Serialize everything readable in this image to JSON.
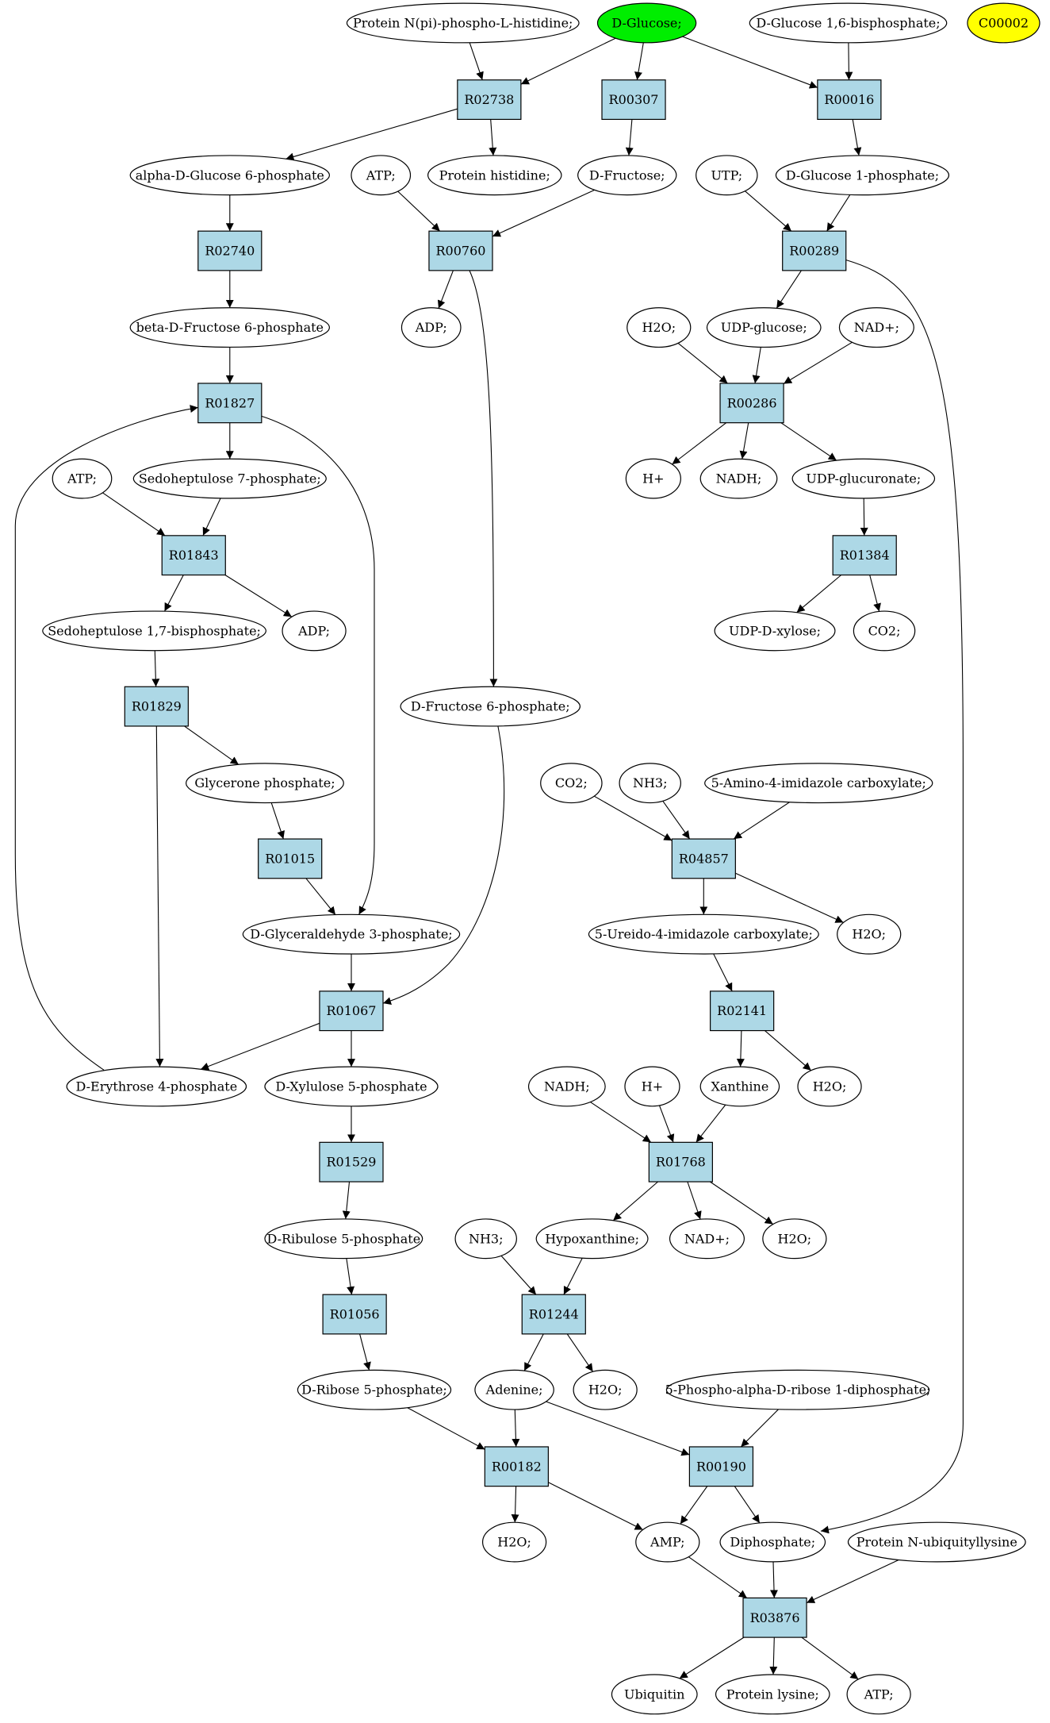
{
  "colors": {
    "reaction_fill": "#add8e6",
    "compound_fill": "#ffffff",
    "highlight_green": "#00ee00",
    "highlight_yellow": "#ffff00",
    "edge": "#000000"
  },
  "compounds": {
    "protein_nphospho": "Protein N(pi)-phospho-L-histidine;",
    "d_glucose": "D-Glucose;",
    "d_glucose_16bp": "D-Glucose 1,6-bisphosphate;",
    "c00002": "C00002",
    "a_d_glucose_6p": "alpha-D-Glucose 6-phosphate",
    "atp_1": "ATP;",
    "protein_histidine": "Protein histidine;",
    "d_fructose": "D-Fructose;",
    "utp": "UTP;",
    "d_glucose_1p": "D-Glucose 1-phosphate;",
    "adp_1": "ADP;",
    "b_d_fructose_6p": "beta-D-Fructose 6-phosphate",
    "h2o_1": "H2O;",
    "udp_glucose": "UDP-glucose;",
    "nad_1": "NAD+;",
    "atp_2": "ATP;",
    "sedoheptulose_7p": "Sedoheptulose 7-phosphate;",
    "h_1": "H+",
    "nadh_1": "NADH;",
    "udp_glucuronate": "UDP-glucuronate;",
    "sedoheptulose_17bp": "Sedoheptulose 1,7-bisphosphate;",
    "adp_2": "ADP;",
    "udp_xylose": "UDP-D-xylose;",
    "co2_1": "CO2;",
    "d_fructose_6p": "D-Fructose 6-phosphate;",
    "glycerone_p": "Glycerone phosphate;",
    "co2_2": "CO2;",
    "nh3_1": "NH3;",
    "amino_imidazole": "5-Amino-4-imidazole carboxylate;",
    "g3p": "D-Glyceraldehyde 3-phosphate;",
    "ureido_imidazole": "5-Ureido-4-imidazole carboxylate;",
    "h2o_2": "H2O;",
    "erythrose_4p": "D-Erythrose 4-phosphate",
    "xylulose_5p": "D-Xylulose 5-phosphate",
    "nadh_2": "NADH;",
    "h_2": "H+",
    "xanthine": "Xanthine",
    "h2o_3": "H2O;",
    "nh3_2": "NH3;",
    "hypoxanthine": "Hypoxanthine;",
    "nad_2": "NAD+;",
    "h2o_4": "H2O;",
    "ribulose_5p": "D-Ribulose 5-phosphate",
    "ribose_5p": "D-Ribose 5-phosphate;",
    "adenine": "Adenine;",
    "h2o_5": "H2O;",
    "prpp": "5-Phospho-alpha-D-ribose 1-diphosphate;",
    "h2o_6": "H2O;",
    "amp": "AMP;",
    "diphosphate": "Diphosphate;",
    "protein_ubiq": "Protein N-ubiquityllysine",
    "ubiquitin": "Ubiquitin",
    "protein_lysine": "Protein lysine;",
    "atp_3": "ATP;"
  },
  "reactions": {
    "R02738": "R02738",
    "R00307": "R00307",
    "R00016": "R00016",
    "R02740": "R02740",
    "R00760": "R00760",
    "R00289": "R00289",
    "R01827": "R01827",
    "R00286": "R00286",
    "R01843": "R01843",
    "R01384": "R01384",
    "R01829": "R01829",
    "R01015": "R01015",
    "R04857": "R04857",
    "R01067": "R01067",
    "R02141": "R02141",
    "R01529": "R01529",
    "R01768": "R01768",
    "R01056": "R01056",
    "R01244": "R01244",
    "R00182": "R00182",
    "R00190": "R00190",
    "R03876": "R03876"
  },
  "edges": [
    [
      "protein_nphospho",
      "R02738"
    ],
    [
      "d_glucose",
      "R02738"
    ],
    [
      "d_glucose",
      "R00307"
    ],
    [
      "d_glucose",
      "R00016"
    ],
    [
      "d_glucose_16bp",
      "R00016"
    ],
    [
      "R02738",
      "a_d_glucose_6p"
    ],
    [
      "R02738",
      "protein_histidine"
    ],
    [
      "R00307",
      "d_fructose"
    ],
    [
      "R00016",
      "d_glucose_1p"
    ],
    [
      "a_d_glucose_6p",
      "R02740"
    ],
    [
      "atp_1",
      "R00760"
    ],
    [
      "d_fructose",
      "R00760"
    ],
    [
      "utp",
      "R00289"
    ],
    [
      "d_glucose_1p",
      "R00289"
    ],
    [
      "R02740",
      "b_d_fructose_6p"
    ],
    [
      "R00760",
      "adp_1"
    ],
    [
      "R00760",
      "d_fructose_6p"
    ],
    [
      "R00289",
      "udp_glucose"
    ],
    [
      "R00289",
      "diphosphate"
    ],
    [
      "b_d_fructose_6p",
      "R01827"
    ],
    [
      "h2o_1",
      "R00286"
    ],
    [
      "udp_glucose",
      "R00286"
    ],
    [
      "nad_1",
      "R00286"
    ],
    [
      "R01827",
      "sedoheptulose_7p"
    ],
    [
      "R01827",
      "g3p"
    ],
    [
      "atp_2",
      "R01843"
    ],
    [
      "sedoheptulose_7p",
      "R01843"
    ],
    [
      "R00286",
      "h_1"
    ],
    [
      "R00286",
      "nadh_1"
    ],
    [
      "R00286",
      "udp_glucuronate"
    ],
    [
      "R01843",
      "sedoheptulose_17bp"
    ],
    [
      "R01843",
      "adp_2"
    ],
    [
      "udp_glucuronate",
      "R01384"
    ],
    [
      "R01384",
      "udp_xylose"
    ],
    [
      "R01384",
      "co2_1"
    ],
    [
      "sedoheptulose_17bp",
      "R01829"
    ],
    [
      "R01829",
      "glycerone_p"
    ],
    [
      "R01829",
      "erythrose_4p"
    ],
    [
      "glycerone_p",
      "R01015"
    ],
    [
      "R01015",
      "g3p"
    ],
    [
      "co2_2",
      "R04857"
    ],
    [
      "nh3_1",
      "R04857"
    ],
    [
      "amino_imidazole",
      "R04857"
    ],
    [
      "R04857",
      "ureido_imidazole"
    ],
    [
      "R04857",
      "h2o_2"
    ],
    [
      "g3p",
      "R01067"
    ],
    [
      "d_fructose_6p",
      "R01067"
    ],
    [
      "R01067",
      "erythrose_4p"
    ],
    [
      "R01067",
      "xylulose_5p"
    ],
    [
      "erythrose_4p",
      "R01827"
    ],
    [
      "ureido_imidazole",
      "R02141"
    ],
    [
      "R02141",
      "xanthine"
    ],
    [
      "R02141",
      "h2o_3"
    ],
    [
      "xylulose_5p",
      "R01529"
    ],
    [
      "nadh_2",
      "R01768"
    ],
    [
      "h_2",
      "R01768"
    ],
    [
      "xanthine",
      "R01768"
    ],
    [
      "R01529",
      "ribulose_5p"
    ],
    [
      "R01768",
      "hypoxanthine"
    ],
    [
      "R01768",
      "nad_2"
    ],
    [
      "R01768",
      "h2o_4"
    ],
    [
      "ribulose_5p",
      "R01056"
    ],
    [
      "nh3_2",
      "R01244"
    ],
    [
      "hypoxanthine",
      "R01244"
    ],
    [
      "R01056",
      "ribose_5p"
    ],
    [
      "R01244",
      "adenine"
    ],
    [
      "R01244",
      "h2o_5"
    ],
    [
      "ribose_5p",
      "R00182"
    ],
    [
      "adenine",
      "R00182"
    ],
    [
      "adenine",
      "R00190"
    ],
    [
      "prpp",
      "R00190"
    ],
    [
      "R00182",
      "h2o_6"
    ],
    [
      "R00182",
      "amp"
    ],
    [
      "R00190",
      "amp"
    ],
    [
      "R00190",
      "diphosphate"
    ],
    [
      "amp",
      "R03876"
    ],
    [
      "diphosphate",
      "R03876"
    ],
    [
      "protein_ubiq",
      "R03876"
    ],
    [
      "R03876",
      "ubiquitin"
    ],
    [
      "R03876",
      "protein_lysine"
    ],
    [
      "R03876",
      "atp_3"
    ]
  ]
}
